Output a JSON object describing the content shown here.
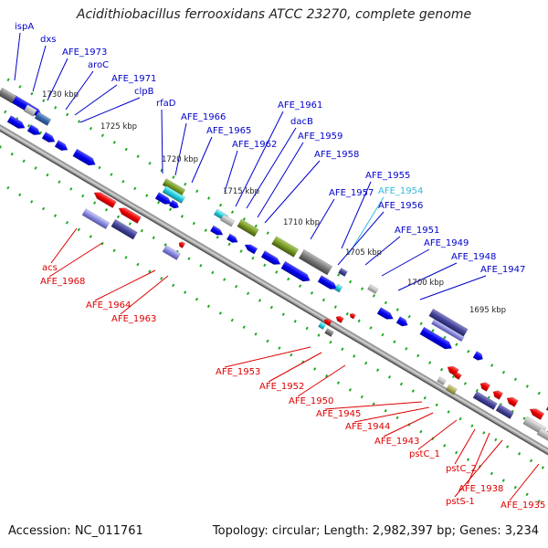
{
  "title": "Acidithiobacillus ferrooxidans ATCC 23270, complete genome",
  "footer": {
    "accession": "Accession: NC_011761",
    "topology": "Topology: circular; Length: 2,982,397 bp; Genes: 3,234"
  },
  "colors": {
    "forward_label": "#0000cc",
    "reverse_label": "#dd0000",
    "highlight_label": "#33bbdd",
    "backbone": "#888888",
    "forward_cds": "#0000ee",
    "reverse_cds": "#ee0000",
    "other_feature": "#444499"
  },
  "scale_ticks": [
    "1730 kbp",
    "1725 kbp",
    "1720 kbp",
    "1715 kbp",
    "1710 kbp",
    "1705 kbp",
    "1700 kbp",
    "1695 kbp"
  ],
  "forward_labels": [
    "ispA",
    "dxs",
    "AFE_1973",
    "aroC",
    "AFE_1971",
    "clpB",
    "rfaD",
    "AFE_1966",
    "AFE_1965",
    "AFE_1962",
    "AFE_1961",
    "dacB",
    "AFE_1959",
    "AFE_1958",
    "AFE_1957",
    "AFE_1955",
    "AFE_1954",
    "AFE_1956",
    "AFE_1951",
    "AFE_1949",
    "AFE_1948",
    "AFE_1947"
  ],
  "reverse_labels": [
    "acs",
    "AFE_1968",
    "AFE_1964",
    "AFE_1963",
    "AFE_1953",
    "AFE_1952",
    "AFE_1950",
    "AFE_1945",
    "AFE_1944",
    "AFE_1943",
    "pstC_1",
    "pstC_2",
    "AFE_1938",
    "pstS-1",
    "AFE_1935"
  ]
}
